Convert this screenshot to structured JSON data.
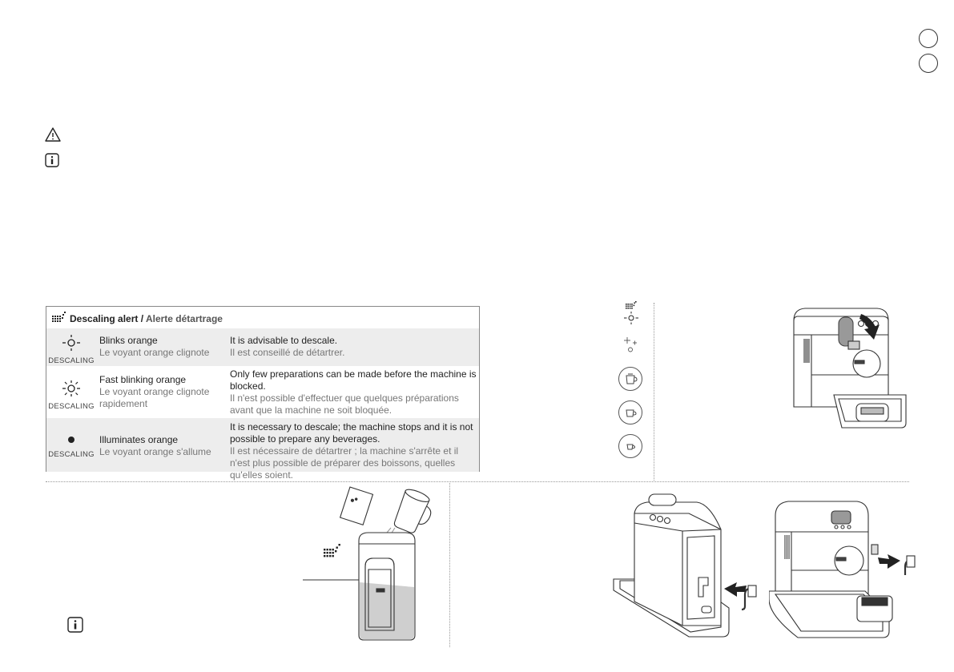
{
  "page": {
    "icons": {
      "warning": "warning-triangle-icon",
      "info": "info-icon",
      "descaling": "descaling-dots-icon",
      "language_marker": "circle"
    }
  },
  "alert_table": {
    "title_en": "Descaling alert",
    "title_sep": " / ",
    "title_fr": "Alerte détartrage",
    "rows": [
      {
        "indicator": "blinking-light-icon",
        "label": "DESCALING",
        "status_en": "Blinks orange",
        "status_fr": "Le voyant orange clignote",
        "info_en": "It is advisable to descale.",
        "info_fr": "Il est conseillé de détartrer."
      },
      {
        "indicator": "fast-blinking-light-icon",
        "label": "DESCALING",
        "status_en": "Fast blinking orange",
        "status_fr": "Le voyant orange clignote rapidement",
        "info_en": "Only few preparations can be made before the machine is blocked.",
        "info_fr": "Il n'est possible d'effectuer que quelques préparations avant que la machine ne soit bloquée."
      },
      {
        "indicator": "solid-light-icon",
        "label": "DESCALING",
        "status_en": "Illuminates orange",
        "status_fr": "Le voyant orange s'allume",
        "info_en": "It is necessary to descale; the machine stops and it is not possible to prepare any beverages.",
        "info_fr": "Il est nécessaire de détartrer ; la machine s'arrête et il n'est plus possible de préparer des boissons, quelles qu'elles soient."
      }
    ]
  },
  "colors": {
    "row_shade": "#ededed",
    "border": "#888888",
    "text_fr": "#777777"
  }
}
